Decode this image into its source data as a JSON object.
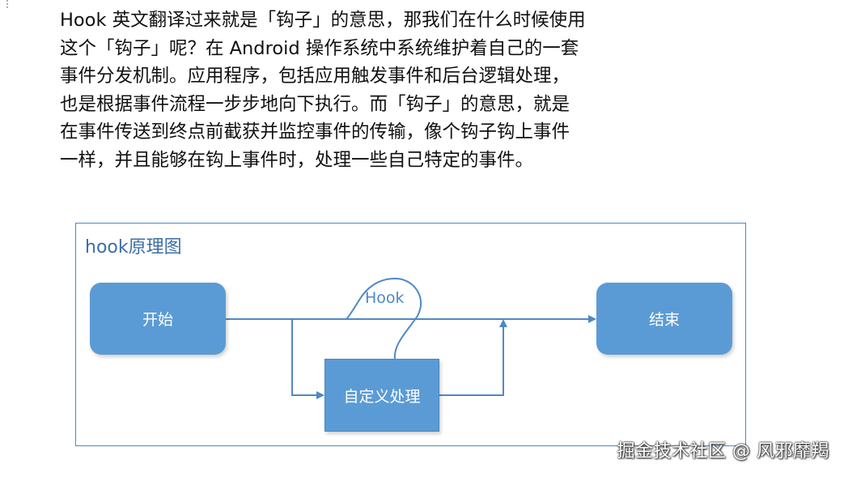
{
  "paragraph": {
    "lines": [
      "Hook 英文翻译过来就是「钩子」的意思，那我们在什么时候使用",
      "这个「钩子」呢？在 Android 操作系统中系统维护着自己的一套",
      "事件分发机制。应用程序，包括应用触发事件和后台逻辑处理，",
      "也是根据事件流程一步步地向下执行。而「钩子」的意思，就是",
      "在事件传送到终点前截获并监控事件的传输，像个钩子钩上事件",
      "一样，并且能够在钩上事件时，处理一些自己特定的事件。"
    ]
  },
  "diagram": {
    "title": "hook原理图",
    "nodes": {
      "start": "开始",
      "end": "结束",
      "custom": "自定义处理"
    },
    "hook_label": "Hook",
    "colors": {
      "node_fill": "#5b9bd5",
      "line": "#4f88c6",
      "title": "#3d6ea5"
    }
  },
  "watermark": "掘金技术社区 @ 风邪靡羯"
}
